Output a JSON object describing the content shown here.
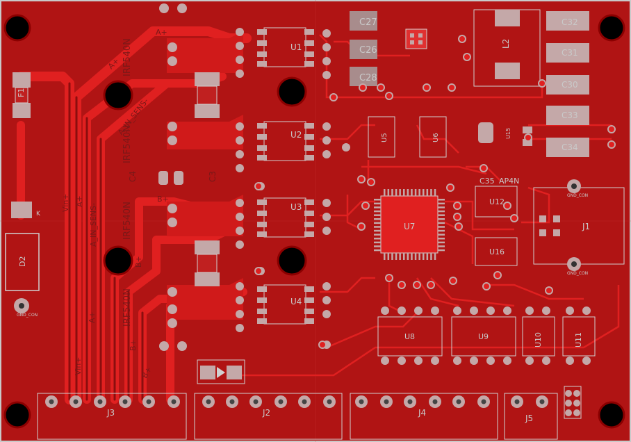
{
  "board": {
    "background_color": "#b01414",
    "copper_color": "#d01a1a",
    "silk_color": "#c9c9c9"
  },
  "labels": {
    "f1": "F1",
    "d2": "D2",
    "k": "K",
    "c4": "C4",
    "c3": "C3",
    "u1": "U1",
    "u2": "U2",
    "u3": "U3",
    "u4": "U4",
    "u5": "U5",
    "u6": "U6",
    "u7": "U7",
    "u8": "U8",
    "u9": "U9",
    "u10": "U10",
    "u11": "U11",
    "u12": "U12",
    "u15": "U15",
    "u16": "U16",
    "j1": "J1",
    "j2": "J2",
    "j3": "J3",
    "j4": "J4",
    "j5": "J5",
    "l2": "L2",
    "c26": "C26",
    "c27": "C27",
    "c28": "C28",
    "c30": "C30",
    "c31": "C31",
    "c32": "C32",
    "c33": "C33",
    "c34": "C34",
    "c35": "C35",
    "irf_1": "IRF540N",
    "irf_2": "IRF540N",
    "irf_3": "IRF540N",
    "irf_4": "IRF540N",
    "ap4n": "AP4N",
    "a_in_sens": "A_IN_SENS-",
    "a_in_sens2": "A_IN_SENS-",
    "vin1": "Vin+",
    "vin2": "Vin+",
    "a1": "A+",
    "a2": "A+",
    "a3": "A+",
    "a4": "A+",
    "b1": "B+",
    "b2": "B+",
    "b3": "B+",
    "b4": "B+",
    "gnd1": "GND_CON",
    "gnd2": "GND_CON",
    "gnd3": "GND_CON"
  }
}
